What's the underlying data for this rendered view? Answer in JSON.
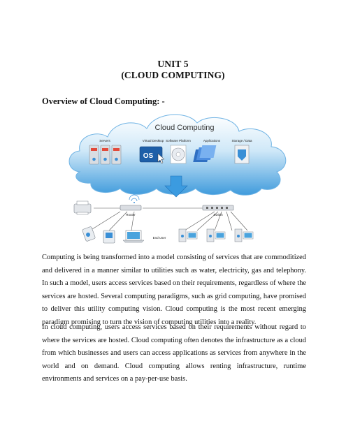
{
  "header": {
    "unit": "UNIT 5",
    "subject": "(CLOUD COMPUTING)"
  },
  "section": {
    "heading": "Overview of Cloud Computing: -"
  },
  "figure": {
    "cloud_title": "Cloud Computing",
    "services": [
      "Servers",
      "Virtual Desktop",
      "Software Platform",
      "Applications",
      "Storage / Data"
    ],
    "os_label": "OS",
    "router_label": "Router",
    "switch_label": "Switch",
    "end_user_label": "End User",
    "colors": {
      "cloud_top": "#ffffff",
      "cloud_bottom": "#4aa3dd",
      "arrow": "#3b9be0"
    }
  },
  "body": {
    "paragraph1": "Computing is being transformed into a model consisting of services that are commoditized and delivered in a manner similar to utilities such as water, electricity, gas and telephony. In such a model, users access services based on their requirements, regardless of where the services are hosted. Several computing paradigms, such as grid computing, have promised to deliver this utility computing vision. Cloud computing is the most recent emerging paradigm promising to turn the vision of computing utilities into a reality.",
    "paragraph2": "In cloud computing, users access services based on their requirements without regard to where the services are hosted. Cloud computing often denotes the infrastructure as a cloud from which businesses and users can access applications as services from anywhere in the world and on demand. Cloud computing allows renting infrastructure, runtime environments and services on a pay-per-use basis."
  }
}
